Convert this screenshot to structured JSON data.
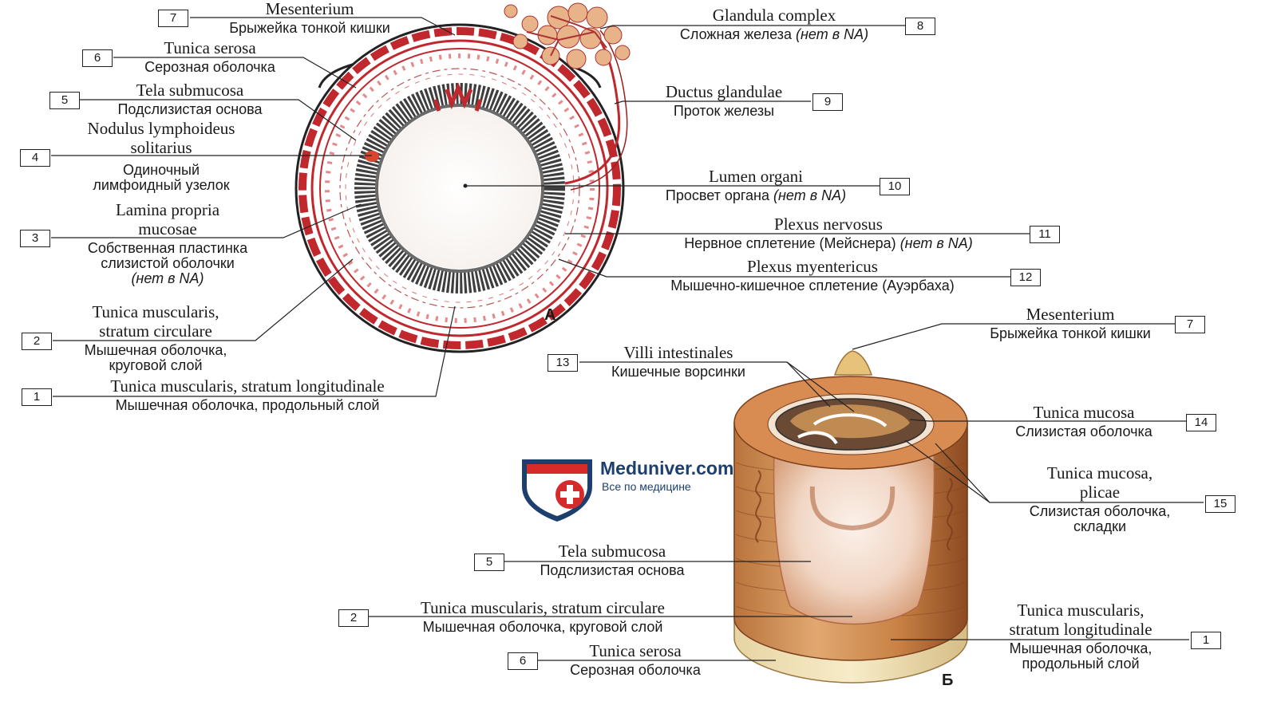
{
  "labels": {
    "a_mesenterium": {
      "latin": "Mesenterium",
      "russian": "Брыжейка тонкой кишки",
      "number": "7"
    },
    "a_serosa": {
      "latin": "Tunica serosa",
      "russian": "Серозная оболочка",
      "number": "6"
    },
    "a_submucosa": {
      "latin": "Tela submucosa",
      "russian": "Подслизистая основа",
      "number": "5"
    },
    "a_nodulus": {
      "latin_1": "Nodulus lymphoideus",
      "latin_2": "solitarius",
      "russian_1": "Одиночный",
      "russian_2": "лимфоидный узелок",
      "number": "4"
    },
    "a_lamina": {
      "latin_1": "Lamina propria",
      "latin_2": "mucosae",
      "russian_1": "Собственная пластинка",
      "russian_2": "слизистой оболочки",
      "russian_3": "(нет в NA)",
      "number": "3"
    },
    "a_musc_circ": {
      "latin_1": "Tunica muscularis,",
      "latin_2": "stratum circulare",
      "russian_1": "Мышечная оболочка,",
      "russian_2": "круговой слой",
      "number": "2"
    },
    "a_musc_long": {
      "latin": "Tunica muscularis, stratum longitudinale",
      "russian": "Мышечная оболочка, продольный слой",
      "number": "1"
    },
    "a_glandula": {
      "latin": "Glandula complex",
      "russian_main": "Сложная железа ",
      "russian_note": "(нет в NA)",
      "number": "8"
    },
    "a_ductus": {
      "latin": "Ductus glandulae",
      "russian": "Проток железы",
      "number": "9"
    },
    "a_lumen": {
      "latin": "Lumen organi",
      "russian_main": "Просвет органа ",
      "russian_note": "(нет в NA)",
      "number": "10"
    },
    "a_plexus_n": {
      "latin": "Plexus nervosus",
      "russian_main": "Нервное сплетение (Мейснера) ",
      "russian_note": "(нет в NA)",
      "number": "11"
    },
    "a_plexus_m": {
      "latin": "Plexus myentericus",
      "russian": "Мышечно-кишечное сплетение (Ауэрбаха)",
      "number": "12"
    },
    "b_mesenterium": {
      "latin": "Mesenterium",
      "russian": "Брыжейка тонкой кишки",
      "number": "7"
    },
    "b_villi": {
      "latin": "Villi intestinales",
      "russian": "Кишечные ворсинки",
      "number": "13"
    },
    "b_mucosa": {
      "latin": "Tunica mucosa",
      "russian": "Слизистая оболочка",
      "number": "14"
    },
    "b_plicae": {
      "latin_1": "Tunica mucosa,",
      "latin_2": "plicae",
      "russian_1": "Слизистая оболочка,",
      "russian_2": "складки",
      "number": "15"
    },
    "b_submucosa": {
      "latin": "Tela submucosa",
      "russian": "Подслизистая основа",
      "number": "5"
    },
    "b_musc_circ": {
      "latin": "Tunica muscularis, stratum circulare",
      "russian": "Мышечная оболочка, круговой слой",
      "number": "2"
    },
    "b_serosa": {
      "latin": "Tunica serosa",
      "russian": "Серозная оболочка",
      "number": "6"
    },
    "b_musc_long": {
      "latin_1": "Tunica muscularis,",
      "latin_2": "stratum longitudinale",
      "russian_1": "Мышечная оболочка,",
      "russian_2": "продольный слой",
      "number": "1"
    }
  },
  "panels": {
    "a": "А",
    "b": "Б"
  },
  "watermark": {
    "title": "Meduniver.com",
    "subtitle": "Все по медицине"
  },
  "colors": {
    "serosa_red": "#c0282e",
    "muscle_brown": "#b8643a",
    "villi_dark": "#3e3e3e",
    "logo_blue": "#1d3f6e",
    "logo_red": "#d52b2b"
  }
}
